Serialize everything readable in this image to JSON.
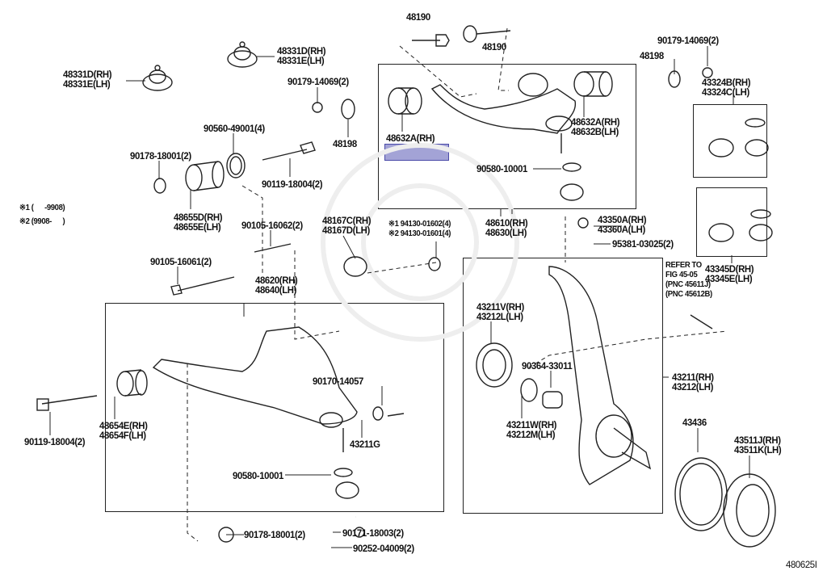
{
  "diagram_code": "480625I",
  "notes": {
    "n1": "※1 (      -9908)",
    "n2": "※2 (9908-      )"
  },
  "refer": {
    "l1": "REFER TO",
    "l2": "FIG 45-05",
    "l3": "(PNC 45611J)",
    "l4": "(PNC 45612B)"
  },
  "highlight_color": "#a3a3d6",
  "parts": {
    "p48190a": "48190",
    "p48190b": "48190",
    "p48331a": [
      "48331D(RH)",
      "48331E(LH)"
    ],
    "p48331b": [
      "48331D(RH)",
      "48331E(LH)"
    ],
    "p90179a": "90179-14069(2)",
    "p90179b": "90179-14069(2)",
    "p48198a": "48198",
    "p48198b": "48198",
    "p90560": "90560-49001(4)",
    "p90178a": "90178-18001(2)",
    "p90119a": "90119-18004(2)",
    "p48632a": "48632A(RH)",
    "p48632b": [
      "48632A(RH)",
      "48632B(LH)"
    ],
    "p90580a": "90580-10001",
    "p43324": [
      "43324B(RH)",
      "43324C(LH)"
    ],
    "p48655": [
      "48655D(RH)",
      "48655E(LH)"
    ],
    "p90105a": "90105-16062(2)",
    "p48167": [
      "48167C(RH)",
      "48167D(LH)"
    ],
    "p94130": [
      "※1 94130-01602(4)",
      "※2 94130-01601(4)"
    ],
    "p48610": [
      "48610(RH)",
      "48630(LH)"
    ],
    "p43350": [
      "43350A(RH)",
      "43360A(LH)"
    ],
    "p95381": "95381-03025(2)",
    "p43345": [
      "43345D(RH)",
      "43345E(LH)"
    ],
    "p90105b": "90105-16061(2)",
    "p48620": [
      "48620(RH)",
      "48640(LH)"
    ],
    "p43211v": [
      "43211V(RH)",
      "43212L(LH)"
    ],
    "p90364": "90364-33011",
    "p43211": [
      "43211(RH)",
      "43212(LH)"
    ],
    "p90170": "90170-14057",
    "p48654": [
      "48654E(RH)",
      "48654F(LH)"
    ],
    "p90119b": "90119-18004(2)",
    "p43211g": "43211G",
    "p43211w": [
      "43211W(RH)",
      "43212M(LH)"
    ],
    "p43436": "43436",
    "p43511": [
      "43511J(RH)",
      "43511K(LH)"
    ],
    "p90580b": "90580-10001",
    "p90178b": "90178-18001(2)",
    "p90171": "90171-18003(2)",
    "p90252": "90252-04009(2)"
  }
}
